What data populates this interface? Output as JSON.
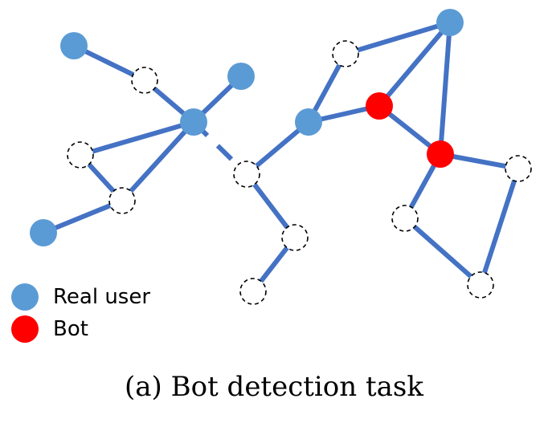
{
  "legend": {
    "real_user": {
      "label": "Real user",
      "color": "#5B9BD5"
    },
    "bot": {
      "label": "Bot",
      "color": "#FF0000"
    }
  },
  "caption": "(a) Bot detection task",
  "colors": {
    "edge": "#4472C4",
    "real_user": "#5B9BD5",
    "bot": "#FF0000",
    "unknown_stroke": "#000000"
  },
  "graph": {
    "nodes": [
      {
        "id": "u1",
        "type": "real_user"
      },
      {
        "id": "u2",
        "type": "real_user"
      },
      {
        "id": "u3",
        "type": "real_user"
      },
      {
        "id": "u4",
        "type": "real_user"
      },
      {
        "id": "u5",
        "type": "real_user"
      },
      {
        "id": "u6",
        "type": "real_user"
      },
      {
        "id": "b1",
        "type": "bot"
      },
      {
        "id": "b2",
        "type": "bot"
      },
      {
        "id": "d1",
        "type": "unknown"
      },
      {
        "id": "d2",
        "type": "unknown"
      },
      {
        "id": "d3",
        "type": "unknown"
      },
      {
        "id": "d4",
        "type": "unknown"
      },
      {
        "id": "d5",
        "type": "unknown"
      },
      {
        "id": "d6",
        "type": "unknown"
      },
      {
        "id": "d7",
        "type": "unknown"
      },
      {
        "id": "d8",
        "type": "unknown"
      },
      {
        "id": "d9",
        "type": "unknown"
      },
      {
        "id": "d10",
        "type": "unknown"
      }
    ],
    "edges": [
      [
        "u1",
        "d1"
      ],
      [
        "d1",
        "u3"
      ],
      [
        "u2",
        "u3"
      ],
      [
        "u3",
        "d2"
      ],
      [
        "u3",
        "d3"
      ],
      [
        "d2",
        "d3"
      ],
      [
        "d3",
        "u4"
      ],
      [
        "u3",
        "d4"
      ],
      [
        "d4",
        "u5"
      ],
      [
        "d4",
        "d5"
      ],
      [
        "d5",
        "d6"
      ],
      [
        "u5",
        "d7"
      ],
      [
        "d7",
        "u6"
      ],
      [
        "u5",
        "b1"
      ],
      [
        "b1",
        "u6"
      ],
      [
        "b1",
        "b2"
      ],
      [
        "u6",
        "b2"
      ],
      [
        "b2",
        "d8"
      ],
      [
        "b2",
        "d9"
      ],
      [
        "d9",
        "d10"
      ],
      [
        "d8",
        "d10"
      ]
    ]
  }
}
